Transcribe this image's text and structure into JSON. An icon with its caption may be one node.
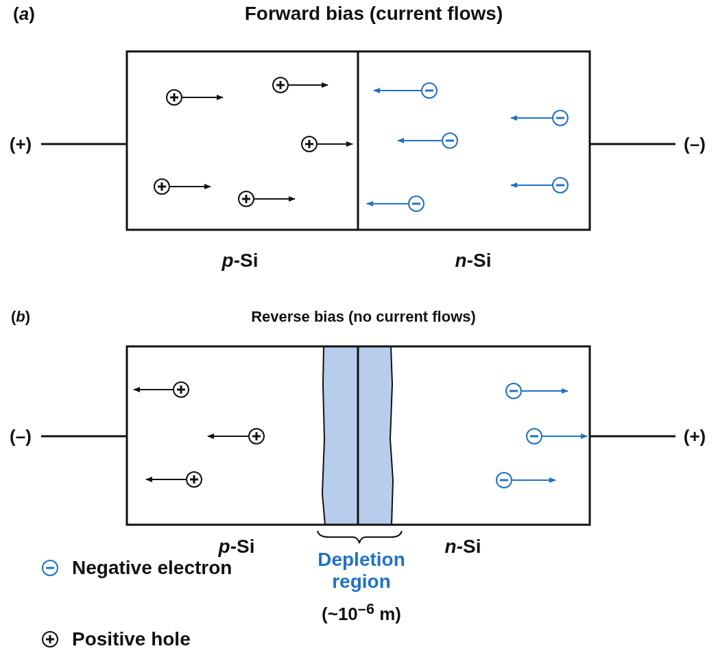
{
  "diagram": {
    "labels": [
      "(*a*)",
      "Forward bias (current flows)",
      "(+)",
      "(–)",
      "*p*-Si",
      "*n*-Si",
      "(*b*)",
      "Reverse bias (no current flows)",
      "(–)",
      "(+)",
      "*p*-Si",
      "Depletion region",
      "(~10$^{–6}$ m)",
      "*n*-Si"
    ],
    "legend": [
      {
        "text": "Negative electron"
      },
      {
        "text": "Positive hole"
      }
    ]
  }
}
